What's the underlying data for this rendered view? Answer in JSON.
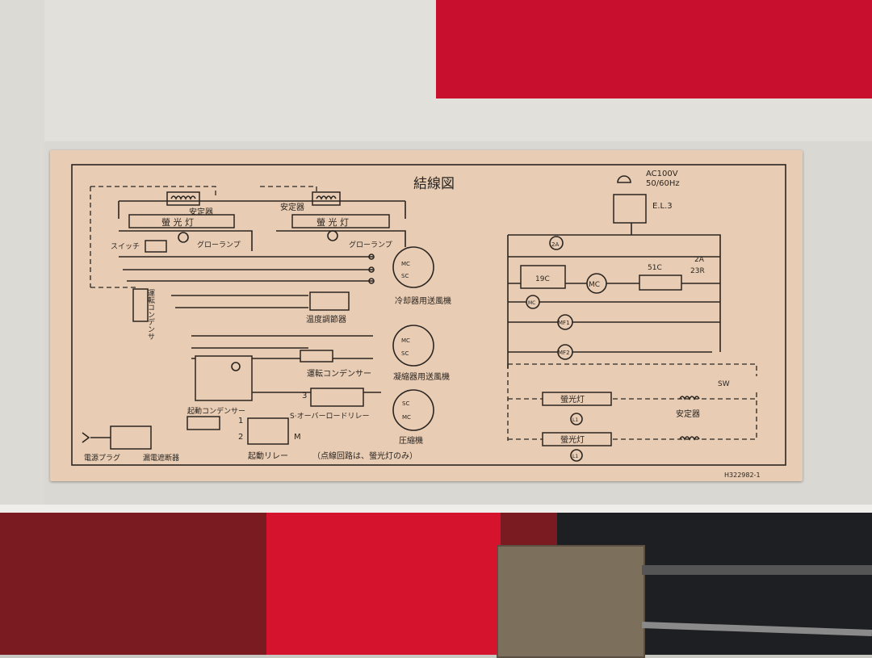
{
  "diagram": {
    "title": "結線図",
    "left_labels": {
      "ballast_1": "安定器",
      "ballast_2": "安定器",
      "lamp_1": "螢 光 灯",
      "lamp_2": "螢 光 灯",
      "switch": "スイッチ",
      "glow_1": "グローランプ",
      "glow_2": "グローランプ",
      "cooler_fan": "冷却器用送風機",
      "run_capacitor_vertical": "運転コンデンサ",
      "thermostat": "温度調節器",
      "condenser_fan": "凝縮器用送風機",
      "run_capacitor": "運転コンデンサー",
      "start_capacitor": "起動コンデンサー",
      "overload_relay": "S·オーバーロードリレー",
      "compressor": "圧縮機",
      "start_relay": "起動リレー",
      "power_plug": "電源プラグ",
      "breaker": "漏電遮断器",
      "note": "（点線回路は、螢光灯のみ）",
      "mc": "MC",
      "sc": "SC",
      "num_1": "1",
      "num_2": "2",
      "num_3": "3",
      "m": "M"
    },
    "right_labels": {
      "power": "AC100V",
      "frequency": "50/60Hz",
      "el": "E.L.3",
      "c2a": "2A",
      "c2a_right": "2A",
      "c23r": "23R",
      "c51c": "51C",
      "c19c": "19C",
      "mc": "MC",
      "mc_small": "MC",
      "mf1": "MF1",
      "mf2": "MF2",
      "sw": "SW",
      "lamp_1": "螢光灯",
      "lamp_2": "螢光灯",
      "ballast": "安定器",
      "l1": "L1",
      "l2": "L1"
    },
    "part_number": "H322982-1"
  }
}
